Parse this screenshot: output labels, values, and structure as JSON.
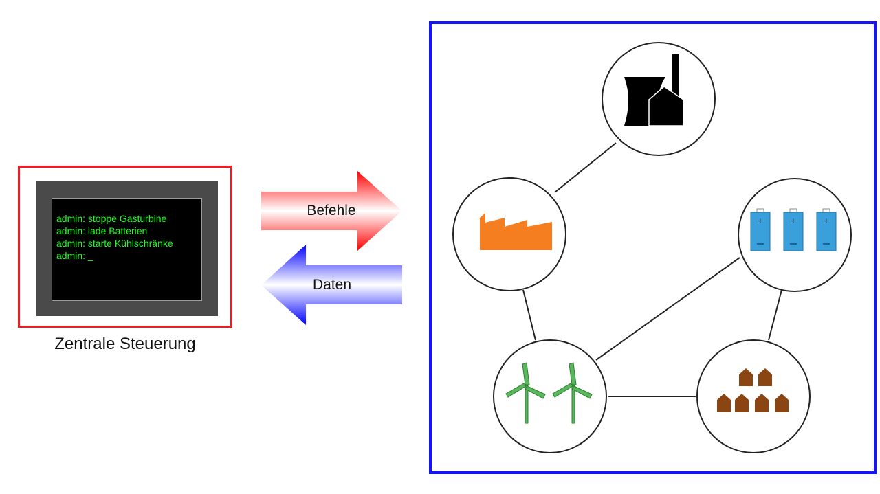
{
  "control": {
    "caption": "Zentrale Steuerung",
    "terminal_lines": [
      "admin: stoppe Gasturbine",
      "admin: lade Batterien",
      "admin: starte Kühlschränke",
      "admin: _"
    ]
  },
  "arrows": {
    "commands_label": "Befehle",
    "data_label": "Daten"
  },
  "network": {
    "nodes": [
      {
        "id": "gas-turbine",
        "icon": "power-plant-icon"
      },
      {
        "id": "factory",
        "icon": "factory-icon"
      },
      {
        "id": "batteries",
        "icon": "battery-icon"
      },
      {
        "id": "wind-turbines",
        "icon": "wind-turbine-icon"
      },
      {
        "id": "houses",
        "icon": "houses-icon"
      }
    ],
    "links": [
      [
        "gas-turbine",
        "factory"
      ],
      [
        "factory",
        "wind-turbines"
      ],
      [
        "batteries",
        "wind-turbines"
      ],
      [
        "batteries",
        "houses"
      ],
      [
        "wind-turbines",
        "houses"
      ]
    ]
  },
  "colors": {
    "control_border": "#ec1c24",
    "network_border": "#1414ff",
    "terminal_text": "#19ff19",
    "factory": "#f57f20",
    "battery": "#3aa0dc",
    "wind_turbine": "#5ab85c",
    "houses": "#8b4513"
  }
}
